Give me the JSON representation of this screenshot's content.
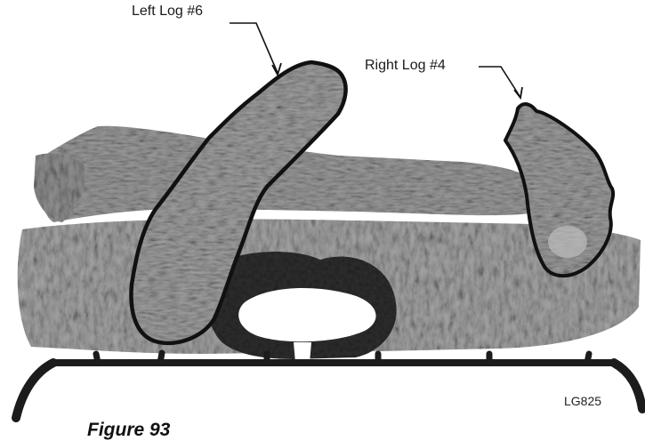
{
  "labels": {
    "left_log": "Left Log #6",
    "right_log": "Right Log #4"
  },
  "caption": "Figure 93",
  "model_code": "LG825",
  "colors": {
    "log_light": "#a9a9a9",
    "log_mid": "#8a8a8a",
    "log_dark": "#4a4a4a",
    "outline": "#111111",
    "grate": "#1c1c1c"
  }
}
